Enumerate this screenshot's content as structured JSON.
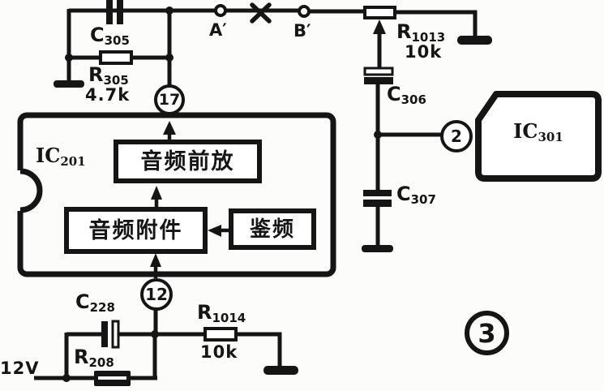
{
  "palette": {
    "ink": "#151515",
    "paper": "#fcfcfa"
  },
  "figure": {
    "number": "3"
  },
  "power": {
    "label": "12V"
  },
  "test_points": {
    "a": "A′",
    "b": "B′"
  },
  "pins": {
    "p17": "17",
    "p12": "12",
    "p2": "2"
  },
  "ics": {
    "ic201": {
      "ref": "IC",
      "sub": "201",
      "blocks": {
        "preamp": "音频前放",
        "aux": "音频附件",
        "discriminator": "鉴频"
      }
    },
    "ic301": {
      "ref": "IC",
      "sub": "301"
    }
  },
  "components": {
    "c305": {
      "ref": "C",
      "sub": "305"
    },
    "r305": {
      "ref": "R",
      "sub": "305",
      "value": "4.7k"
    },
    "r1013": {
      "ref": "R",
      "sub": "1013",
      "value": "10k"
    },
    "c306": {
      "ref": "C",
      "sub": "306"
    },
    "c307": {
      "ref": "C",
      "sub": "307"
    },
    "c228": {
      "ref": "C",
      "sub": "228"
    },
    "r208": {
      "ref": "R",
      "sub": "208"
    },
    "r1014": {
      "ref": "R",
      "sub": "1014",
      "value": "10k"
    }
  }
}
